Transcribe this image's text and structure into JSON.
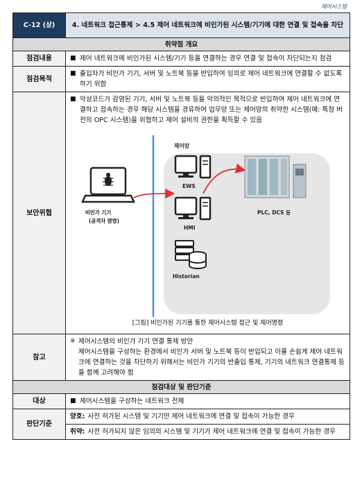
{
  "header": {
    "category": "제어시스템",
    "code": "C-12 (상)",
    "title": "4. 네트워크 접근통제 > 4.5 제어 네트워크에 비인가된 시스템/기기에 대한 연결 및 접속을 차단"
  },
  "sections": {
    "overview": "취약점 개요",
    "criteria": "점검대상 및 판단기준"
  },
  "rows": {
    "content": {
      "label": "점검내용",
      "text": "제어 네트워크에 비인가된 시스템/기기 등을 연결하는 경우 연결 및 접속이 차단되는지 점검"
    },
    "purpose": {
      "label": "점검목적",
      "text": "출입자가 비인가 기기, 서버 및 노트북 등을 반입하여 임의로 제어 네트워크에 연결할 수 없도록 하기 위함"
    },
    "threat": {
      "label": "보안위협",
      "text": "악성코드가 감염된 기기, 서버 및 노트북 등을 악의적인 목적으로 반입하여 제어 네트워크에 연결하고 접속하는 경우 해당 시스템을 경유하여 업무망 또는 제어망의 취약한 시스템(예: 특정 버전의 OPC 시스템)을 위협하고 제어 설비의 권한을 획득할 수 있음",
      "diagram": {
        "network_label": "제어망",
        "attacker_label_1": "비인가 기기",
        "attacker_label_2": "(공격자 명령)",
        "ews": "EWS",
        "hmi": "HMI",
        "historian": "Historian",
        "plc": "PLC, DCS 등"
      },
      "caption": "[그림] 비인가된 기기를 통한 제어시스템 접근 및 제어명령"
    },
    "reference": {
      "label": "참고",
      "line1": "제어시스템의 비인가 기기 연결 통제 방안",
      "line2": "제어시스템을 구성하는 환경에서 비인가 서버 및 노트북 등이 반입되고 이를 손쉽게 제어 네트워크에 연결하는 것을 차단하기 위해서는 비인가 기기의 반출입 통제, 기기의 네트워크 연결통제 등을 함께 고려해야 함"
    },
    "target": {
      "label": "대상",
      "text": "제어시스템을 구성하는 네트워크 전체"
    },
    "judgement": {
      "label": "판단기준",
      "good_label": "양호:",
      "good_text": "사전 허가된 시스템 및 기기만 제어 네트워크에 연결 및 접속이 가능한 경우",
      "bad_label": "취약:",
      "bad_text": "사전 허가되지 않은 임의의 시스템 및 기기가 제어 네트워크에 연결 및 접속이 가능한 경우"
    }
  },
  "markers": {
    "bullet": "■",
    "note": "※"
  },
  "colors": {
    "code_bg": "#1f3a5f",
    "title_bg": "#dde3ec",
    "section_bg": "#d9d9d9",
    "arrow": "#e03030",
    "divider": "#4f8fd0"
  }
}
